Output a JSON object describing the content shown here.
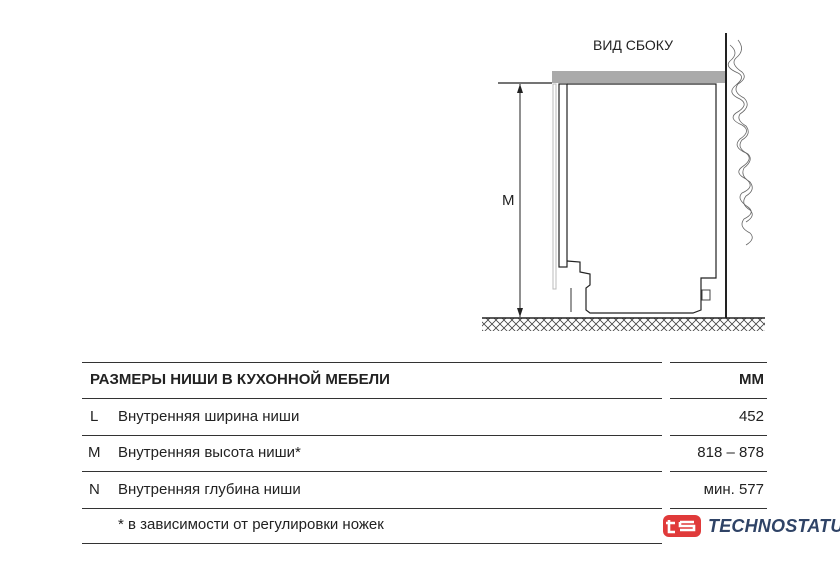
{
  "diagram": {
    "title": "ВИД СБОКУ",
    "dimension_label": "M"
  },
  "table": {
    "header": {
      "title": "РАЗМЕРЫ НИШИ В КУХОННОЙ МЕБЕЛИ",
      "unit": "ММ"
    },
    "rows": [
      {
        "key": "L",
        "label": "Внутренняя ширина ниши",
        "value": "452"
      },
      {
        "key": "M",
        "label": "Внутренняя высота ниши*",
        "value": "818 – 878"
      },
      {
        "key": "N",
        "label": "Внутренняя глубина ниши",
        "value": "мин. 577"
      }
    ],
    "footnote": "* в зависимости от регулировки ножек"
  },
  "logo": {
    "text": "TECHNOSTATUS",
    "mark": "ts",
    "color": "#e03a3a"
  }
}
